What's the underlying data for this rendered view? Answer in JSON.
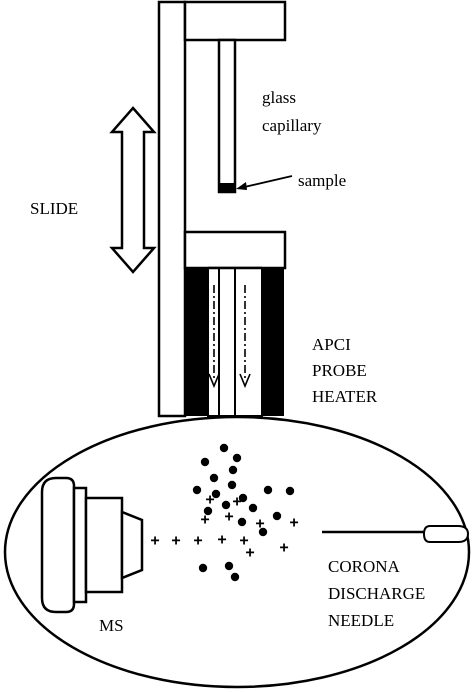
{
  "labels": {
    "glass": "glass",
    "capillary": "capillary",
    "sample": "sample",
    "slide": "SLIDE",
    "apci": "APCI",
    "probe": "PROBE",
    "heater": "HEATER",
    "corona": "CORONA",
    "discharge": "DISCHARGE",
    "needle": "NEEDLE",
    "ms": "MS"
  },
  "icons": {
    "plus": "+",
    "dot": "●"
  },
  "colors": {
    "ink": "#000000",
    "background": "#ffffff"
  }
}
